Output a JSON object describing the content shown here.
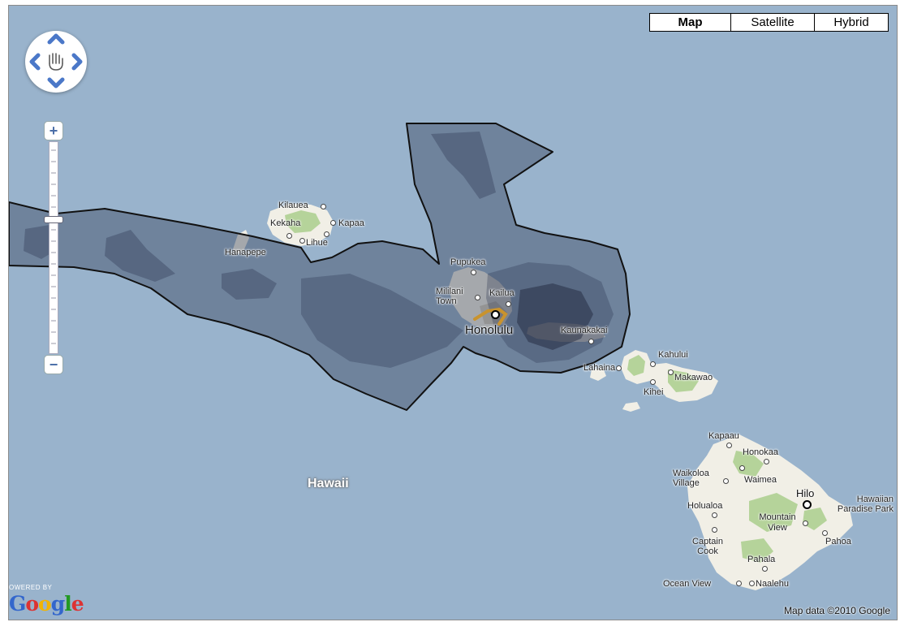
{
  "map_type_control": {
    "map": "Map",
    "satellite": "Satellite",
    "hybrid": "Hybrid",
    "selected": "Map"
  },
  "zoom_control": {
    "plus": "+",
    "minus": "−",
    "level": 0.62
  },
  "state_label": "Hawaii",
  "places": {
    "kilauea": "Kilauea",
    "kekaha": "Kekaha",
    "kapaa": "Kapaa",
    "lihue": "Lihue",
    "hanapepe": "Hanapepe",
    "pupukea": "Pupukea",
    "mililani_town": "Mililani Town",
    "kailua": "Kailua",
    "honolulu": "Honolulu",
    "kaunakakai": "Kaunakakai",
    "kahului": "Kahului",
    "lahaina": "Lahaina",
    "makawao": "Makawao",
    "kihei": "Kihei",
    "kapaau": "Kapaau",
    "honokaa": "Honokaa",
    "waikoloa_village": "Waikoloa Village",
    "waimea": "Waimea",
    "hilo": "Hilo",
    "hawaiian_paradise_park": "Hawaiian Paradise Park",
    "holualoa": "Holualoa",
    "mountain_view": "Mountain View",
    "pahoa": "Pahoa",
    "captain_cook": "Captain Cook",
    "pahala": "Pahala",
    "ocean_view": "Ocean View",
    "naalehu": "Naalehu"
  },
  "branding": {
    "powered_by": "OWERED BY",
    "logo": "Google"
  },
  "attribution": "Map data ©2010 Google",
  "colors": {
    "water": "#99b3cc",
    "land": "#f1efe6",
    "park": "#b5d39a",
    "overlay": "#2a3550",
    "urban": "#d6cfbf"
  }
}
